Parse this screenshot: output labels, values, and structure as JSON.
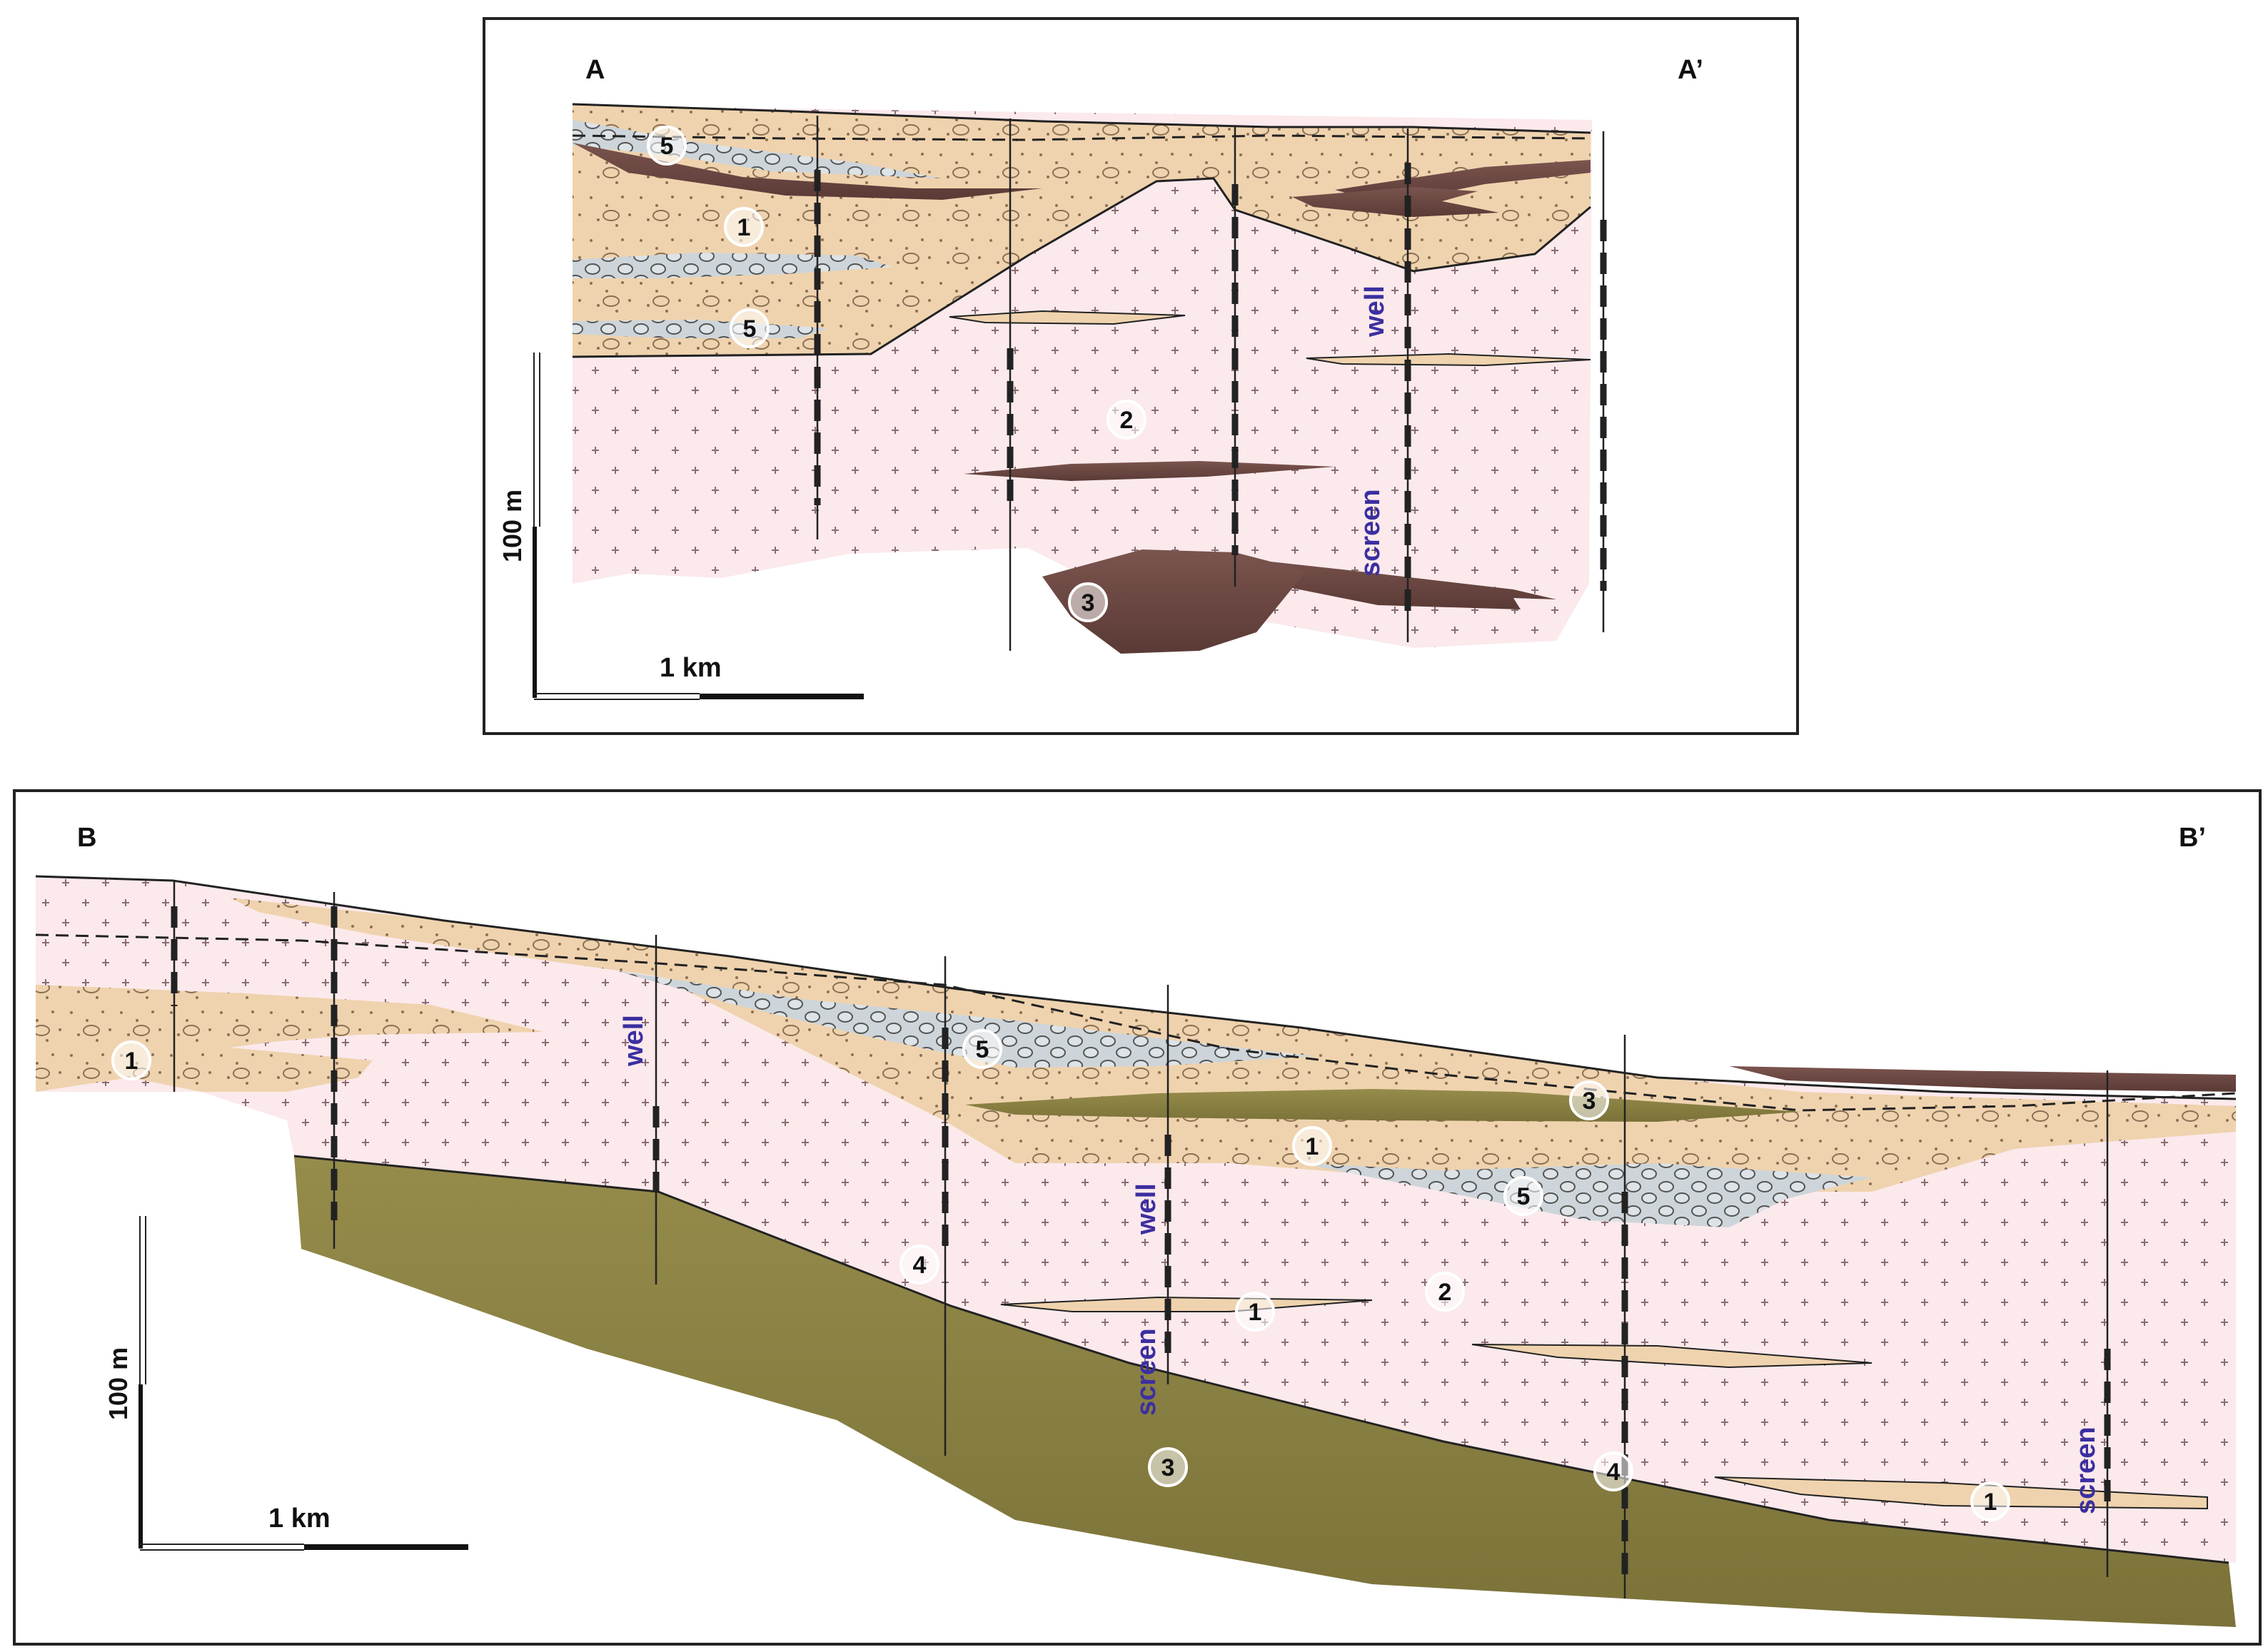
{
  "panel_a": {
    "left_label": "A",
    "right_label": "A’",
    "scale_vertical": "100 m",
    "scale_horizontal": "1 km",
    "well_label": "well",
    "screen_label": "screen",
    "units": [
      "5",
      "1",
      "5",
      "2",
      "3"
    ]
  },
  "panel_b": {
    "left_label": "B",
    "right_label": "B’",
    "scale_vertical": "100 m",
    "scale_horizontal": "1 km",
    "well_labels": [
      "well",
      "well"
    ],
    "screen_labels": [
      "screen",
      "screen"
    ],
    "units": [
      "1",
      "5",
      "3",
      "1",
      "5",
      "4",
      "2",
      "1",
      "4",
      "3",
      "1"
    ]
  },
  "colors": {
    "gravel_sand": "#efd3ae",
    "granite": "#fbe9ec",
    "cobbles": "#cdd5da",
    "dark_clay": "#6e4a45",
    "olive_clay": "#8a8344",
    "screen_label": "#3b2fa0"
  }
}
